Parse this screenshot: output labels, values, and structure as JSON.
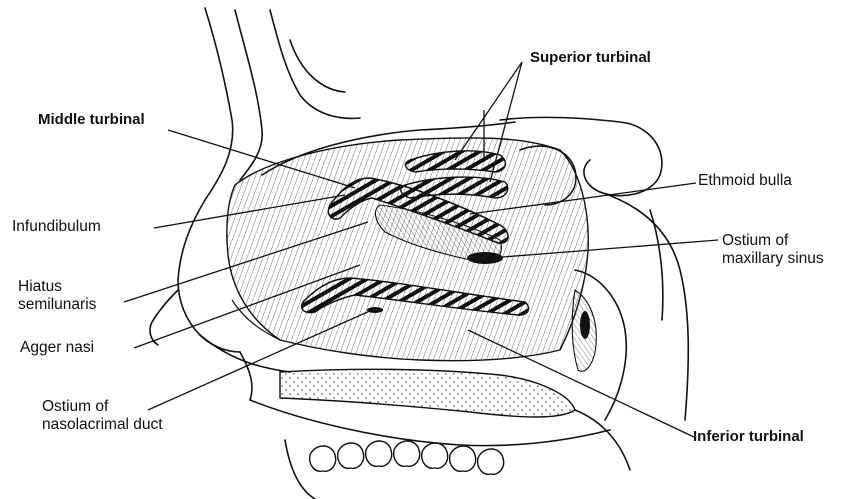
{
  "labels": {
    "superior_turbinal": "Superior turbinal",
    "middle_turbinal": "Middle turbinal",
    "ethmoid_bulla": "Ethmoid bulla",
    "infundibulum": "Infundibulum",
    "ostium_maxillary_line1": "Ostium of",
    "ostium_maxillary_line2": "maxillary sinus",
    "hiatus_line1": "Hiatus",
    "hiatus_line2": "semilunaris",
    "agger_nasi": "Agger nasi",
    "ostium_nasolacrimal_line1": "Ostium of",
    "ostium_nasolacrimal_line2": "nasolacrimal duct",
    "inferior_turbinal": "Inferior turbinal"
  }
}
